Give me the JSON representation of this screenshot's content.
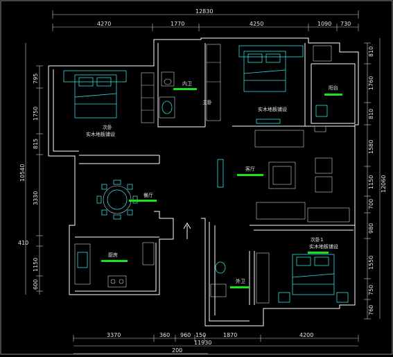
{
  "dimensions": {
    "top_total": "12830",
    "top_segments": [
      "4270",
      "1770",
      "4250",
      "1090",
      "730"
    ],
    "left_total": "10540",
    "left_segments": [
      "795",
      "1750",
      "815",
      "3330",
      "410",
      "1150",
      "600"
    ],
    "right_total": "12060",
    "right_segments": [
      "810",
      "1760",
      "810",
      "1580",
      "1150",
      "700",
      "980",
      "1550",
      "750",
      "760"
    ],
    "bottom_total": "11930",
    "bottom_segments": [
      "3370",
      "360",
      "960",
      "150",
      "1870",
      "4200"
    ],
    "bottom_small": "200"
  },
  "rooms": {
    "master_bed": "主卧",
    "master_bed_note": "实木地板铺设",
    "second_bed_top": "次卧",
    "second_bed_top_note": "实木地板铺设",
    "inner_bath": "内卫",
    "balcony": "阳台",
    "living": "客厅",
    "dining": "餐厅",
    "kitchen": "厨房",
    "second_bed_bottom": "次卧1",
    "second_bed_bottom_note": "实木地板铺设",
    "outer_bath": "外卫"
  },
  "colors": {
    "background": "#000000",
    "wall": "#ffffff",
    "furniture": "#2fe0e0",
    "room_marker": "#19e319"
  }
}
